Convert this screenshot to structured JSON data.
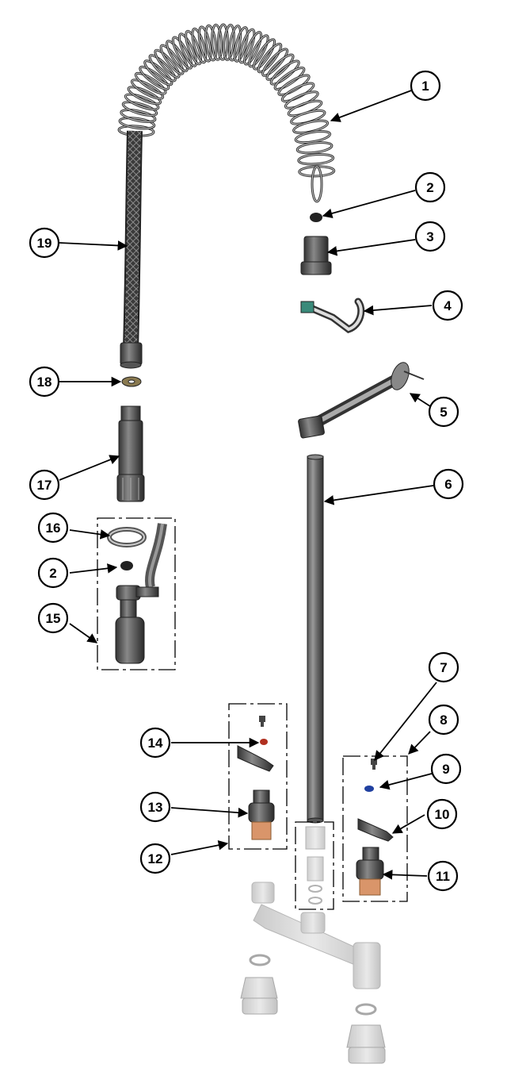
{
  "diagram": {
    "callouts": [
      {
        "id": "c1",
        "label": "1"
      },
      {
        "id": "c2a",
        "label": "2"
      },
      {
        "id": "c3",
        "label": "3"
      },
      {
        "id": "c4",
        "label": "4"
      },
      {
        "id": "c5",
        "label": "5"
      },
      {
        "id": "c6",
        "label": "6"
      },
      {
        "id": "c7",
        "label": "7"
      },
      {
        "id": "c8",
        "label": "8"
      },
      {
        "id": "c9",
        "label": "9"
      },
      {
        "id": "c10",
        "label": "10"
      },
      {
        "id": "c11",
        "label": "11"
      },
      {
        "id": "c12",
        "label": "12"
      },
      {
        "id": "c13",
        "label": "13"
      },
      {
        "id": "c14",
        "label": "14"
      },
      {
        "id": "c15",
        "label": "15"
      },
      {
        "id": "c16",
        "label": "16"
      },
      {
        "id": "c2b",
        "label": "2"
      },
      {
        "id": "c17",
        "label": "17"
      },
      {
        "id": "c18",
        "label": "18"
      },
      {
        "id": "c19",
        "label": "19"
      }
    ],
    "colors": {
      "ink": "#000000",
      "metal_dark": "#3a3a3a",
      "metal_mid": "#7a7a7a",
      "metal_light": "#c8c8c8",
      "faded_part": "#d4d4d4",
      "brass": "#d9956a",
      "handle_red": "#b03020",
      "accent_teal": "#2a8a7a",
      "accent_blue": "#2040a0"
    }
  }
}
